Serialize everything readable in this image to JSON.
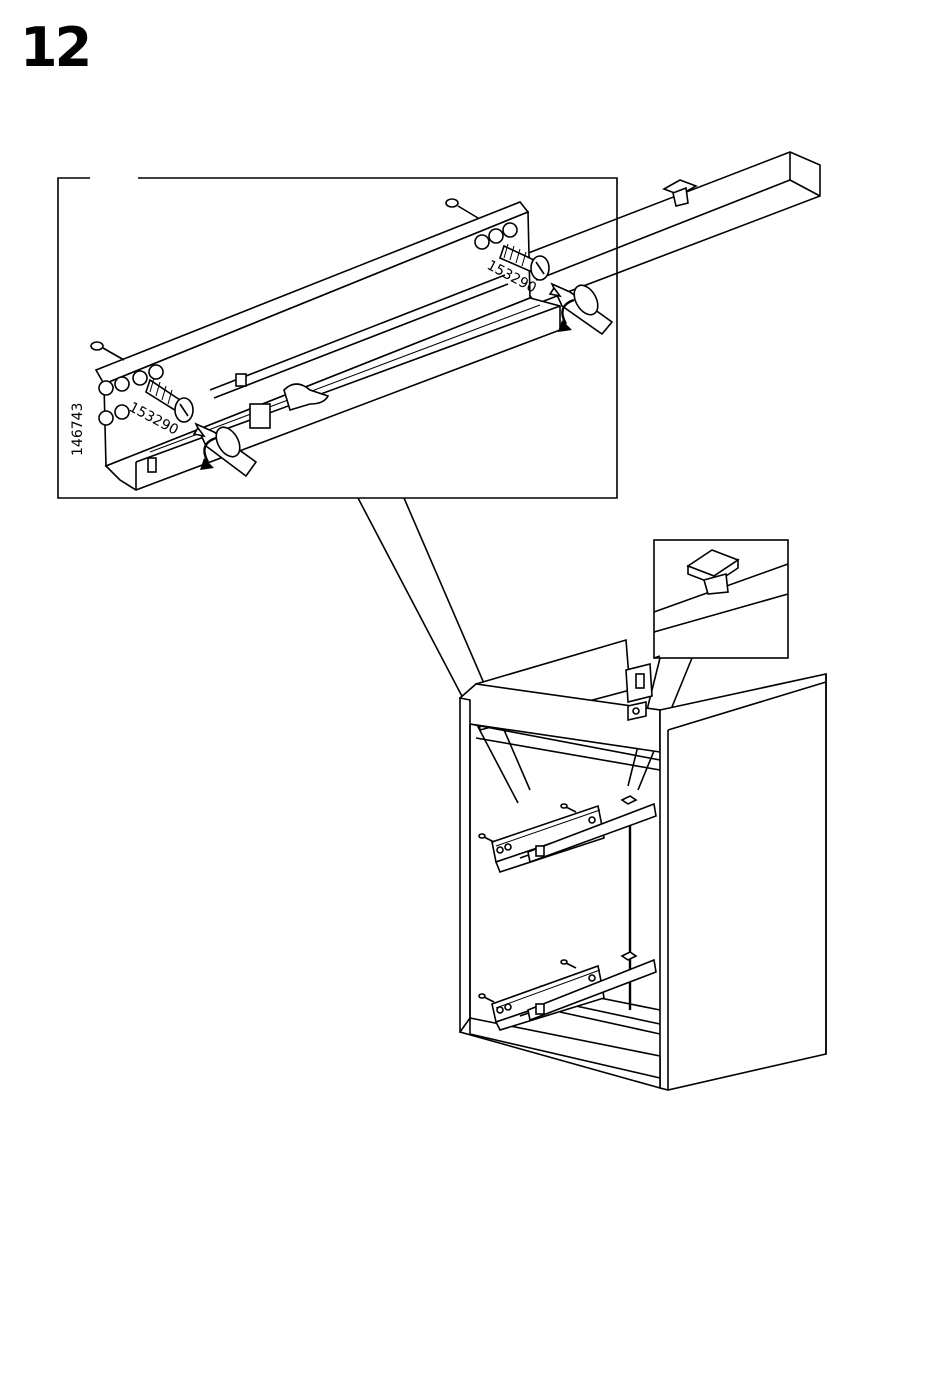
{
  "step": {
    "number": "12"
  },
  "detail": {
    "part_number": "146743",
    "screw_codes": [
      "153290",
      "153290"
    ]
  },
  "colors": {
    "ink": "#000000",
    "paper": "#ffffff"
  },
  "icons": {
    "screw": "screw-icon",
    "screwdriver": "screwdriver-icon",
    "rotation_arrow": "clockwise-arrow-icon"
  }
}
